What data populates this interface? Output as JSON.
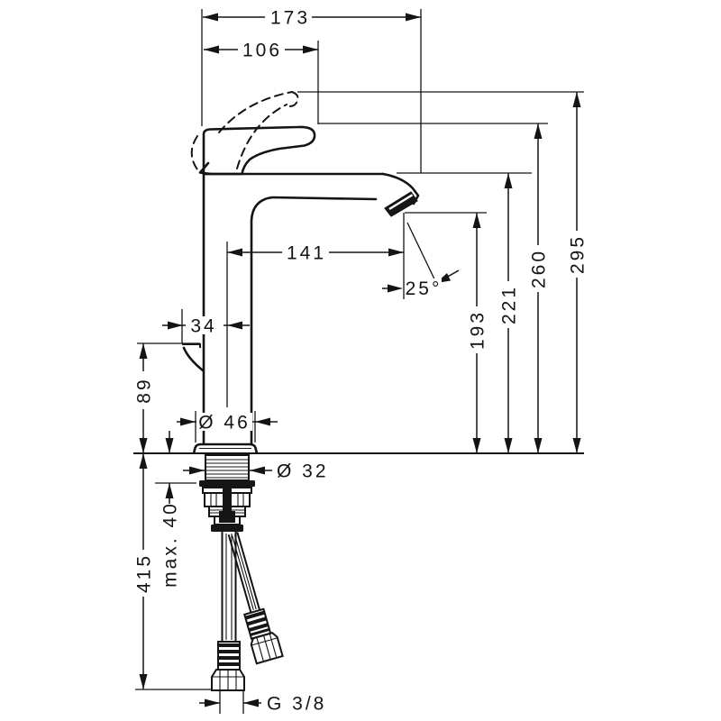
{
  "canvas": {
    "background": "#ffffff",
    "ink": "#141414"
  },
  "drawing_type": "faucet installation dimension drawing",
  "dimensions": {
    "total_width": "173",
    "handle_projection": "106",
    "spout_reach": "141",
    "spout_angle": "25°",
    "handle_offset": "34",
    "base_diameter": "Ø 46",
    "shank_diameter": "Ø 32",
    "lever_height": "89",
    "max_mounting_thickness": "max. 40",
    "hose_length": "415",
    "connection_thread": "G 3/8",
    "outlet_height": "193",
    "spout_top_height": "221",
    "body_top_height": "260",
    "max_handle_height": "295"
  }
}
